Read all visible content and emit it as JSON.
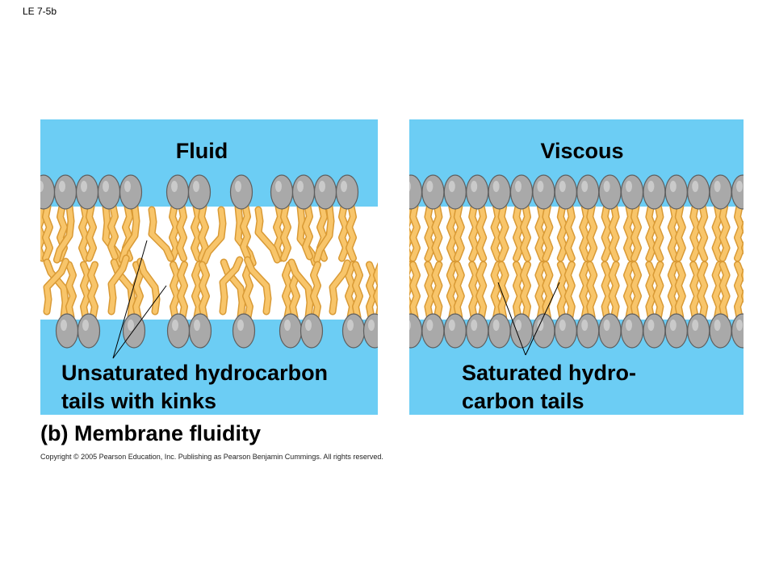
{
  "slide_id": "LE 7-5b",
  "panels": {
    "fluid": {
      "title": "Fluid",
      "caption": "Unsaturated hydrocarbon\ntails with kinks"
    },
    "viscous": {
      "title": "Viscous",
      "caption": "Saturated hydro-\ncarbon tails"
    }
  },
  "figure_label": "(b) Membrane fluidity",
  "copyright": "Copyright © 2005 Pearson Education, Inc. Publishing as Pearson Benjamin Cummings. All rights reserved.",
  "colors": {
    "water": "#6ccdf4",
    "interior": "#ffffff",
    "tail_fill": "#f8c56a",
    "tail_edge": "#d99a35",
    "head_fill": "#a9a9a9",
    "head_edge": "#5f5f5f"
  }
}
